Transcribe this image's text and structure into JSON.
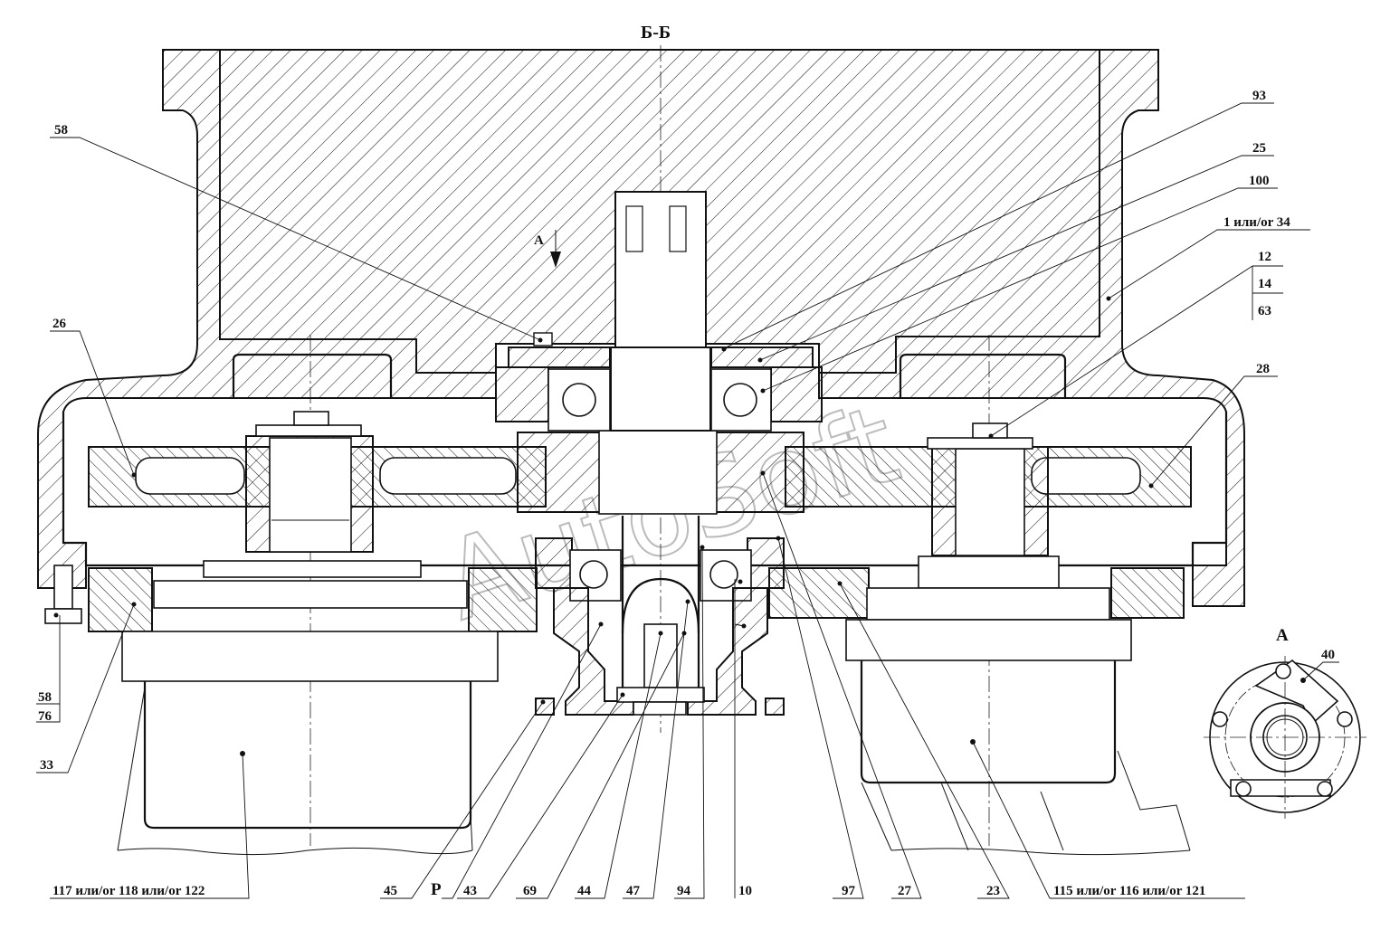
{
  "section_title": "Б-Б",
  "view_arrow_label": "А",
  "detail_view_label": "А",
  "watermark": "AutoSoft",
  "callouts": {
    "c58_top": "58",
    "c93": "93",
    "c25": "25",
    "c100": "100",
    "c1_34": "1 или/or 34",
    "c12": "12",
    "c14": "14",
    "c63": "63",
    "c26": "26",
    "c28": "28",
    "c40": "40",
    "c58_left": "58",
    "c76": "76",
    "c33": "33",
    "c117": "117 или/or 118 или/or 122",
    "c45": "45",
    "cP": "P",
    "c43": "43",
    "c69": "69",
    "c44": "44",
    "c47": "47",
    "c94": "94",
    "c10": "10",
    "c97": "97",
    "c27": "27",
    "c23": "23",
    "c115": "115 или/or 116 или/or 121"
  },
  "icons": {
    "view_arrow": "down-arrow-icon"
  }
}
